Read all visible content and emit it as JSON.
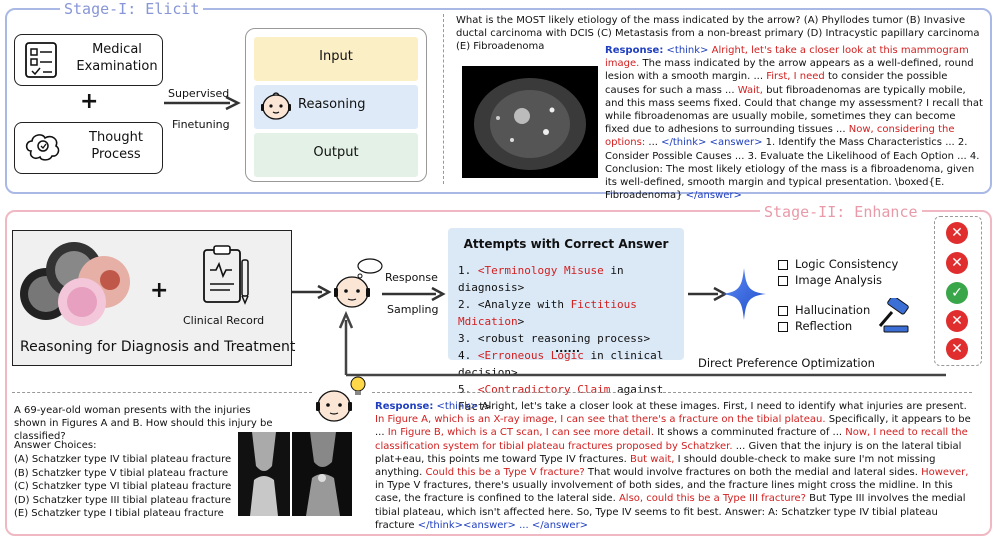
{
  "stage1": {
    "label": "Stage-I: Elicit",
    "medical_examination": "Medical Examination",
    "plus": "+",
    "thought_process": "Thought Process",
    "supervised": "Supervised",
    "finetuning": "Finetuning",
    "input": "Input",
    "reasoning": "Reasoning",
    "output": "Output",
    "question": "What is the MOST likely etiology of the mass indicated by the arrow? (A) Phyllodes tumor (B) Invasive ductal carcinoma with DCIS (C) Metastasis from a non-breast primary (D) Intracystic papillary carcinoma (E) Fibroadenoma",
    "response_label": "Response:",
    "r1_think": "<think>",
    "r1_red1": "Alright, let's take a closer look at this mammogram image.",
    "r1_t1": "The mass indicated by the arrow appears as a well-defined, round lesion with a smooth margin. ...",
    "r1_red2": "First, I need",
    "r1_t2": "to consider the possible causes for such a mass ...",
    "r1_red3": "Wait,",
    "r1_t3": "but fibroadenomas are typically mobile, and this mass seems fixed. Could that change my assessment? I recall that while fibroadenomas are usually mobile, sometimes they can become fixed due to adhesions to surrounding tissues ...",
    "r1_red4": "Now, considering the options:",
    "r1_t4": "... ",
    "r1_tags1": "</think> <answer>",
    "r1_t5": "1. Identify the Mass Characteristics ... 2. Consider Possible Causes ... 3. Evaluate the Likelihood of Each Option ... 4. Conclusion: The most likely etiology of the mass is a fibroadenoma, given its well-defined, smooth margin and typical presentation. \\boxed{E. Fibroadenoma}",
    "r1_tags2": "</answer>"
  },
  "stage2": {
    "label": "Stage-II: Enhance",
    "reasoning_caption": "Reasoning for Diagnosis and Treatment",
    "clinical_record": "Clinical Record",
    "plus": "+",
    "response": "Response",
    "sampling": "Sampling",
    "attempts_title": "Attempts with Correct Answer",
    "attempts": [
      {
        "n": "1.",
        "red": "<Terminology Misuse",
        "rest": " in diagnosis>"
      },
      {
        "n": "2.",
        "pre": "<Analyze with ",
        "red": "Fictitious Mdication",
        "rest": ">"
      },
      {
        "n": "3.",
        "pre": "<robust reasoning process>"
      },
      {
        "n": "4.",
        "red": "<Erroneous Logic",
        "rest": " in clinical decision>"
      },
      {
        "n": "5.",
        "red": "<Contradictory Claim",
        "rest": " against Fact>"
      }
    ],
    "attempts_more": "......",
    "criteria": [
      "Logic Consistency",
      "Image Analysis",
      "Hallucination",
      "Reflection"
    ],
    "dpo": "Direct Preference Optimization",
    "question": "A 69-year-old woman presents with the injuries shown in Figures A and B. How should this injury be classified?",
    "answer_choices_label": "Answer Choices:",
    "choices": [
      "(A) Schatzker type IV tibial plateau fracture",
      "(B) Schatzker type V tibial plateau fracture",
      "(C) Schatzker type VI tibial plateau fracture",
      "(D) Schatzker type III tibial plateau fracture",
      "(E) Schatzker type I tibial plateau fracture"
    ],
    "response_label": "Response:",
    "r2_think": "<think>",
    "r2_t1": "Alright, let's take a closer look at these images. First, I need to identify what injuries are present.",
    "r2_red1": "In Figure A, which is an X-ray image, I can see that there's a fracture on the tibial plateau.",
    "r2_t2": "Specifically, it appears to be ...",
    "r2_red2": "In Figure B, which is a CT scan, I can see more detail.",
    "r2_t3": "It shows a comminuted fracture of ...",
    "r2_red3": "Now, I need to recall the classification system for tibial plateau fractures proposed by Schatzker.",
    "r2_t4": "... Given that the injury is on the lateral tibial plat+eau, this points me toward Type IV fractures.",
    "r2_red4": "But wait,",
    "r2_t5": "I should double-check to make sure I'm not missing anything.",
    "r2_red5": "Could this be a Type V fracture?",
    "r2_t6": "That would involve fractures on both the medial and lateral sides.",
    "r2_red6": "However,",
    "r2_t7": "in Type V fractures, there's usually involvement of both sides, and the fracture lines might cross the midline. In this case, the fracture is confined to the lateral side.",
    "r2_red7": "Also, could this be a Type III fracture?",
    "r2_t8": "But Type III involves the medial tibial plateau, which isn't affected here.",
    "r2_t9": "So, Type IV seems to fit best. Answer: A: Schatzker type IV tibial plateau fracture",
    "r2_tags": "</think><answer> ... </answer>"
  },
  "colors": {
    "stage1_border": "#aab8e6",
    "stage2_border": "#f0b8c2",
    "input_bg": "#fbefc6",
    "reasoning_bg": "#dfeaf8",
    "output_bg": "#e3f1e6",
    "attempts_bg": "#dbe9f7",
    "red": "#d11f1f",
    "blue": "#1f3fbf"
  }
}
